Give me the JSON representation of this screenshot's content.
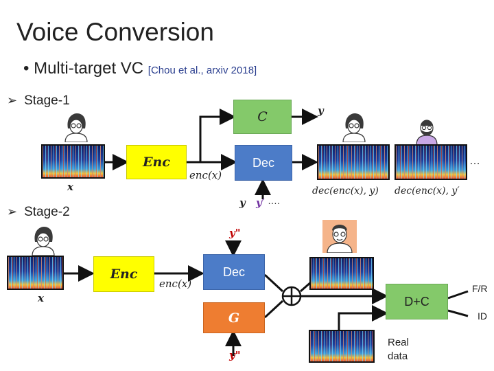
{
  "slide": {
    "title": "Voice Conversion",
    "bullet": "Multi-target VC",
    "citation": "[Chou et al., arxiv 2018]"
  },
  "stage1": {
    "label": "Stage-1",
    "enc_label": "Enc",
    "dec_label": "Dec",
    "classifier_label": "C",
    "x_label": "x",
    "enc_output_label": "enc(x)",
    "y_label": "y",
    "y_prime_label": "y′",
    "speaker_dots": "….",
    "classifier_output_label": "y",
    "output1_label": "dec(enc(x), y)",
    "output2_label": "dec(enc(x), y′",
    "ellipsis": "…"
  },
  "stage2": {
    "label": "Stage-2",
    "enc_label": "Enc",
    "dec_label": "Dec",
    "generator_label": "G",
    "discriminator_label": "D+C",
    "x_label": "x",
    "enc_output_label": "enc(x)",
    "y_dd_top": "y\"",
    "y_dd_bottom": "y\"",
    "fr_label": "F/R",
    "id_label": "ID",
    "real_data_label": "Real\ndata"
  },
  "colors": {
    "enc": "#ffff00",
    "dec": "#4c7cc8",
    "classifier": "#84c96a",
    "generator": "#ee7d31",
    "purple": "#7030a0",
    "red": "#c00000"
  },
  "icons": {
    "stage_marker": "arrowhead-bullet-icon",
    "speaker": "person-icon",
    "spectrogram": "spectrogram-icon",
    "combiner": "circle-plus-icon"
  }
}
